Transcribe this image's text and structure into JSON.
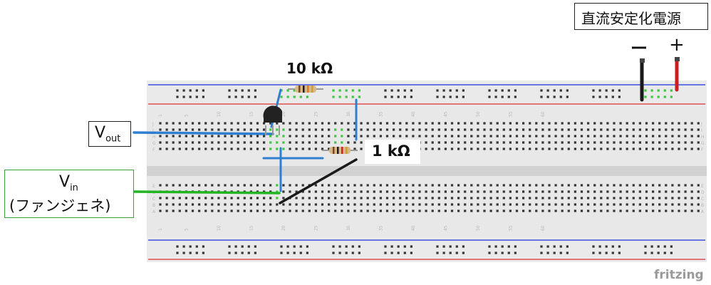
{
  "power_supply": {
    "label": "直流安定化電源",
    "minus": "ー",
    "plus": "+"
  },
  "vout": {
    "main": "V",
    "sub": "out"
  },
  "vin": {
    "main": "V",
    "sub": "in",
    "note": "(ファンジェネ)"
  },
  "resistors": {
    "r1": "10 kΩ",
    "r2": "1 kΩ"
  },
  "brand": "fritzing",
  "row_letters_top": [
    "J",
    "I",
    "H",
    "G",
    "F"
  ],
  "row_letters_bottom": [
    "E",
    "D",
    "C",
    "B",
    "A"
  ],
  "column_numbers": [
    "1",
    "5",
    "10",
    "15",
    "20",
    "25",
    "30",
    "35",
    "40",
    "45",
    "50",
    "55",
    "60"
  ],
  "colors": {
    "board": "#e8e8e8",
    "hole": "#333333",
    "connected": "#3cc83c",
    "rail_blue": "#3b4fe0",
    "rail_red": "#e05050",
    "wire_blue": "#2f7fd0",
    "wire_green": "#22b422",
    "wire_black": "#1a1a1a",
    "wire_red": "#cc1e1e",
    "vin_border": "#35a535"
  }
}
